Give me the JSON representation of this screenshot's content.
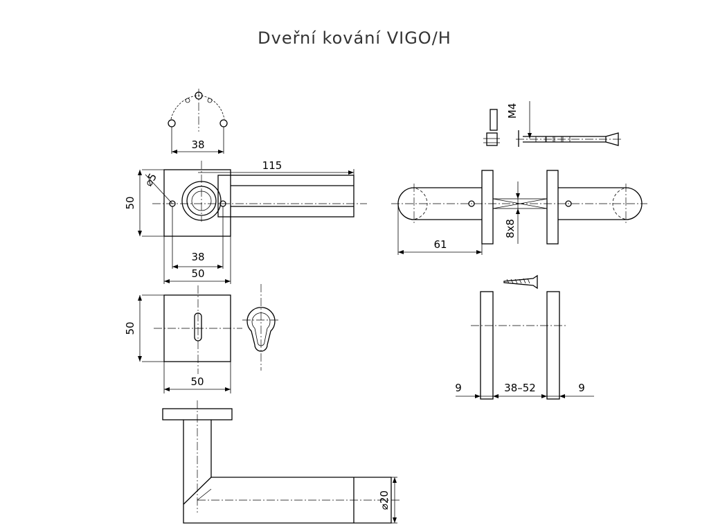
{
  "title": "Dveřní kování VIGO/H",
  "dims": {
    "d38_top": "38",
    "d115": "115",
    "d50_left": "50",
    "d_o5": "⌀5",
    "d38_mid": "38",
    "d50_mid": "50",
    "d50_left2": "50",
    "d50_bottom": "50",
    "d_m4": "M4",
    "d61": "61",
    "d8x8": "8x8",
    "d9_left": "9",
    "d38_52": "38–52",
    "d9_right": "9",
    "d_o20": "⌀20"
  }
}
